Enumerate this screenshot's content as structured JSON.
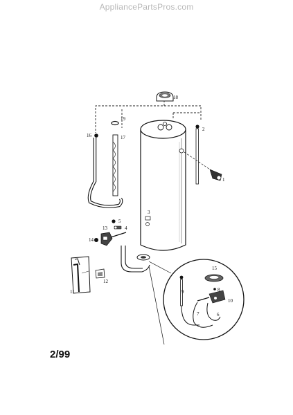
{
  "header": {
    "site": "AppliancePartsPros.com"
  },
  "footer": {
    "date_code": "2/99"
  },
  "callouts": [
    {
      "id": "c1",
      "label": "1"
    },
    {
      "id": "c2",
      "label": "2"
    },
    {
      "id": "c3",
      "label": "3"
    },
    {
      "id": "c4",
      "label": "4"
    },
    {
      "id": "c5",
      "label": "5"
    },
    {
      "id": "c6",
      "label": "6"
    },
    {
      "id": "c7",
      "label": "7"
    },
    {
      "id": "c8",
      "label": "8"
    },
    {
      "id": "c9",
      "label": "9"
    },
    {
      "id": "c10",
      "label": "10"
    },
    {
      "id": "c11",
      "label": "11"
    },
    {
      "id": "c12",
      "label": "12"
    },
    {
      "id": "c13",
      "label": "13"
    },
    {
      "id": "c14",
      "label": "14"
    },
    {
      "id": "c15",
      "label": "15"
    },
    {
      "id": "c16",
      "label": "16"
    },
    {
      "id": "c17",
      "label": "17"
    },
    {
      "id": "c18",
      "label": "18"
    },
    {
      "id": "c19",
      "label": "19"
    }
  ]
}
